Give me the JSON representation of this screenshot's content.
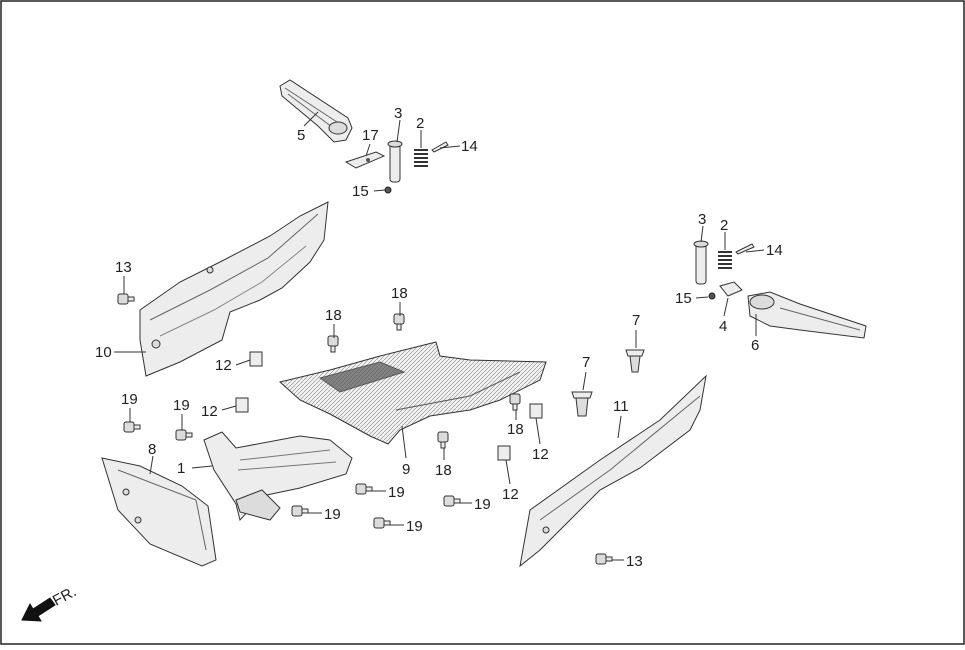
{
  "diagram": {
    "direction_label": "FR.",
    "callouts": [
      {
        "id": "c5",
        "text": "5"
      },
      {
        "id": "c17",
        "text": "17"
      },
      {
        "id": "c3a",
        "text": "3"
      },
      {
        "id": "c2a",
        "text": "2"
      },
      {
        "id": "c14a",
        "text": "14"
      },
      {
        "id": "c15a",
        "text": "15"
      },
      {
        "id": "c13a",
        "text": "13"
      },
      {
        "id": "c10",
        "text": "10"
      },
      {
        "id": "c12a",
        "text": "12"
      },
      {
        "id": "c18a",
        "text": "18"
      },
      {
        "id": "c18b",
        "text": "18"
      },
      {
        "id": "c19a",
        "text": "19"
      },
      {
        "id": "c19b",
        "text": "19"
      },
      {
        "id": "c12b",
        "text": "12"
      },
      {
        "id": "c8",
        "text": "8"
      },
      {
        "id": "c1",
        "text": "1"
      },
      {
        "id": "c19c",
        "text": "19"
      },
      {
        "id": "c19d",
        "text": "19"
      },
      {
        "id": "c19e",
        "text": "19"
      },
      {
        "id": "c19f",
        "text": "19"
      },
      {
        "id": "c9",
        "text": "9"
      },
      {
        "id": "c18c",
        "text": "18"
      },
      {
        "id": "c18d",
        "text": "18"
      },
      {
        "id": "c12c",
        "text": "12"
      },
      {
        "id": "c12d",
        "text": "12"
      },
      {
        "id": "c7a",
        "text": "7"
      },
      {
        "id": "c7b",
        "text": "7"
      },
      {
        "id": "c11",
        "text": "11"
      },
      {
        "id": "c13b",
        "text": "13"
      },
      {
        "id": "c3b",
        "text": "3"
      },
      {
        "id": "c2b",
        "text": "2"
      },
      {
        "id": "c14b",
        "text": "14"
      },
      {
        "id": "c15b",
        "text": "15"
      },
      {
        "id": "c4",
        "text": "4"
      },
      {
        "id": "c6",
        "text": "6"
      }
    ]
  }
}
